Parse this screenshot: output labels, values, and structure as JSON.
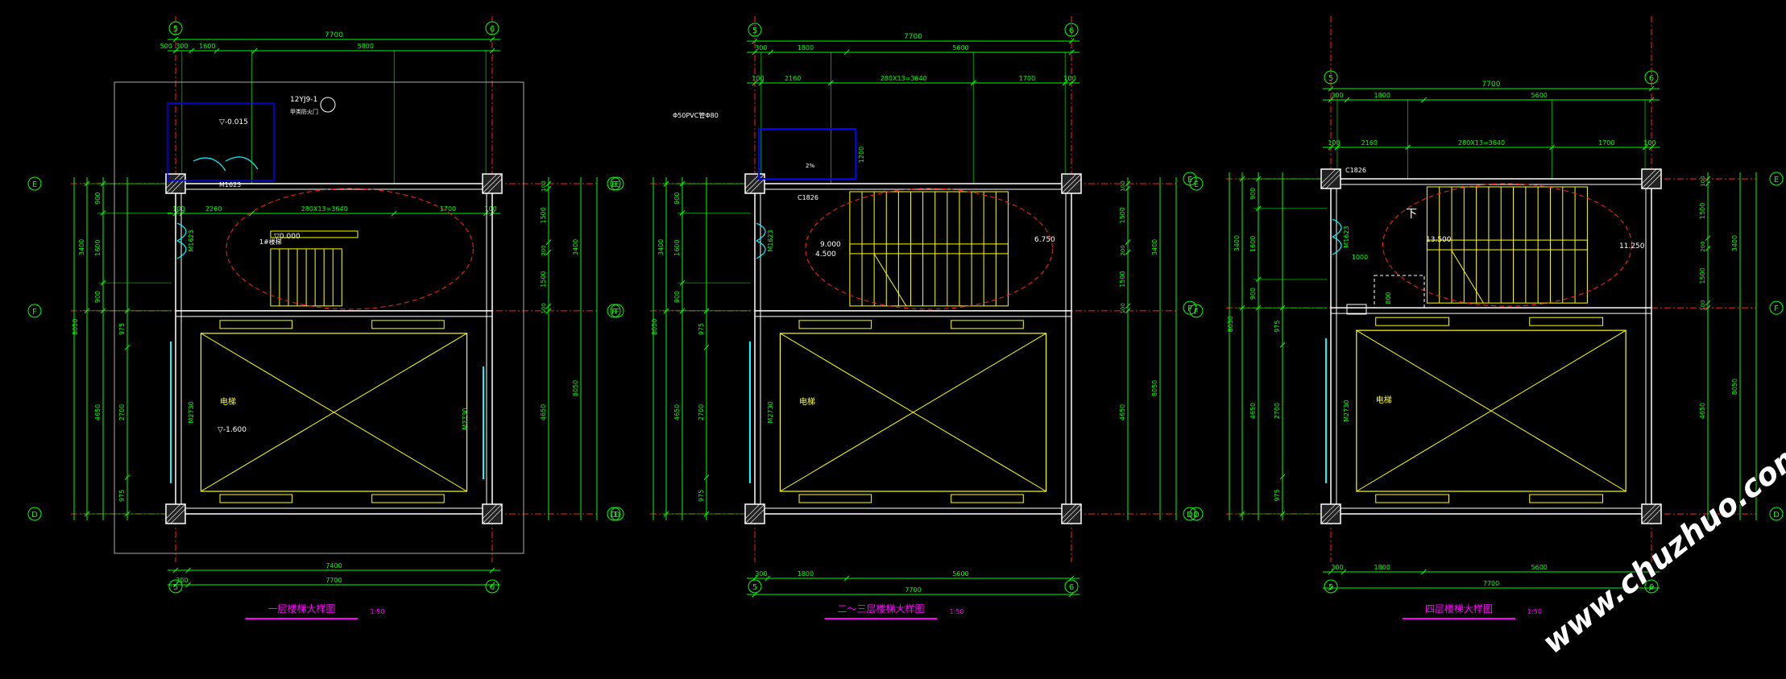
{
  "colors": {
    "background": "#000000",
    "wall": "#ffffff",
    "dimension": "#00ff00",
    "axis": "#ff2222",
    "elevator": "#ffff00",
    "door": "#00ffff",
    "title": "#ff00ff",
    "canopy": "#0000ff",
    "watermark": "#ffffff"
  },
  "plans": [
    {
      "title": "一层楼梯大样图",
      "scale": "1:50",
      "grid_top_left": "5",
      "grid_top_right": "6",
      "grid_rows": [
        "E",
        "F",
        "D"
      ],
      "top_overall_dim": "7700",
      "top_dims": [
        "500",
        "300",
        "1600",
        "5800"
      ],
      "stair_dims": [
        "100",
        "2260",
        "280X13=3640",
        "1700",
        "100"
      ],
      "bottom_dims": [
        "7400",
        "300",
        "7700"
      ],
      "left_dims": [
        "900",
        "1600",
        "900",
        "3400",
        "975",
        "2700",
        "975",
        "4650",
        "8050"
      ],
      "right_dims": [
        "100",
        "1500",
        "200",
        "1500",
        "100",
        "3400",
        "8050",
        "4650"
      ],
      "door_labels": [
        "M1623",
        "M1623",
        "M2730",
        "M2730"
      ],
      "level_stair": "0.000",
      "level_elevator": "-1.600",
      "level_canopy": "-0.015",
      "elevator_label": "电梯",
      "stair_label": "1#楼梯",
      "canopy_note": "12YJ9-1",
      "canopy_note_sub": "甲类防火门"
    },
    {
      "title": "二～三层楼梯大样图",
      "scale": "1:50",
      "grid_top_left": "5",
      "grid_top_right": "6",
      "grid_rows": [
        "E",
        "F",
        "D"
      ],
      "top_overall_dim": "7700",
      "top_dims": [
        "300",
        "1800",
        "5600"
      ],
      "stair_dims": [
        "100",
        "2160",
        "280X13=3640",
        "1700",
        "100"
      ],
      "bottom_dims": [
        "300",
        "1800",
        "5600",
        "7700"
      ],
      "left_dims": [
        "900",
        "1600",
        "900",
        "3400",
        "975",
        "2700",
        "975",
        "4650",
        "8050"
      ],
      "right_dims": [
        "100",
        "1500",
        "200",
        "1500",
        "100",
        "3400",
        "8050",
        "4650"
      ],
      "door_labels": [
        "M1623",
        "M2730"
      ],
      "window_label": "C1826",
      "level_landing": "9.000",
      "level_landing_b": "4.500",
      "level_upper": "6.750",
      "elevator_label": "电梯",
      "canopy_note": "Φ50PVC管Φ80",
      "canopy_dim": "1200",
      "canopy_slope": "2%"
    },
    {
      "title": "四层楼梯大样图",
      "scale": "1:50",
      "grid_top_left": "5",
      "grid_top_right": "6",
      "grid_rows": [
        "E",
        "F",
        "D"
      ],
      "top_overall_dim": "7700",
      "top_dims": [
        "300",
        "1800",
        "5600"
      ],
      "stair_dims": [
        "100",
        "2160",
        "280X13=3640",
        "1700",
        "100"
      ],
      "bottom_dims": [
        "300",
        "1800",
        "5600",
        "7700"
      ],
      "left_dims": [
        "900",
        "1600",
        "900",
        "3400",
        "975",
        "2700",
        "975",
        "4650",
        "8050"
      ],
      "right_dims": [
        "100",
        "1500",
        "200",
        "1500",
        "100",
        "3400",
        "8050",
        "4650"
      ],
      "door_labels": [
        "M1623",
        "M2730"
      ],
      "window_label": "C1826",
      "level_landing": "13.500",
      "level_upper": "11.250",
      "down_mark": "下",
      "extra_dims": [
        "1000",
        "800"
      ],
      "elevator_label": "电梯"
    }
  ],
  "watermark": "www.chuzhuo.com"
}
